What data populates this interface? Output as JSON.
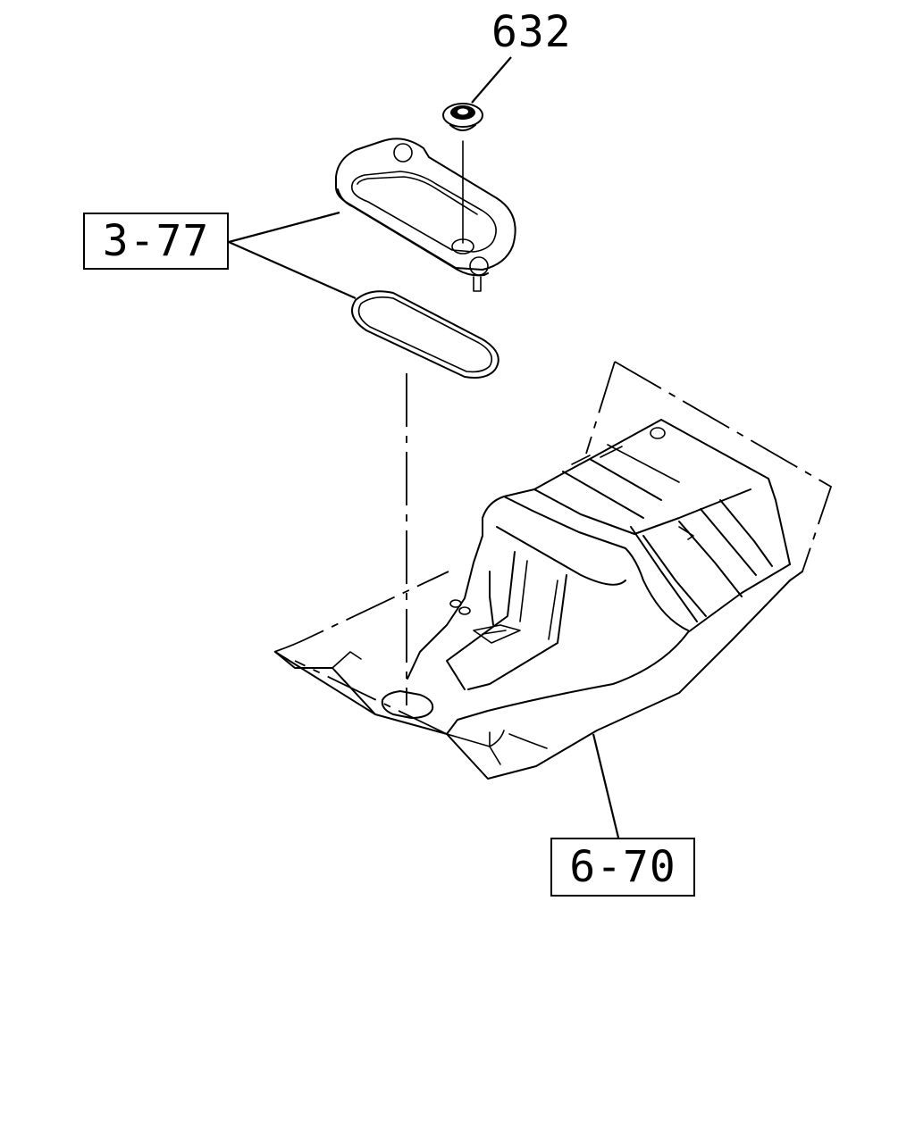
{
  "callouts": {
    "part_632": "632",
    "ref_3_77": "3-77",
    "ref_6_70": "6-70"
  },
  "colors": {
    "line": "#000000",
    "background": "#ffffff"
  }
}
